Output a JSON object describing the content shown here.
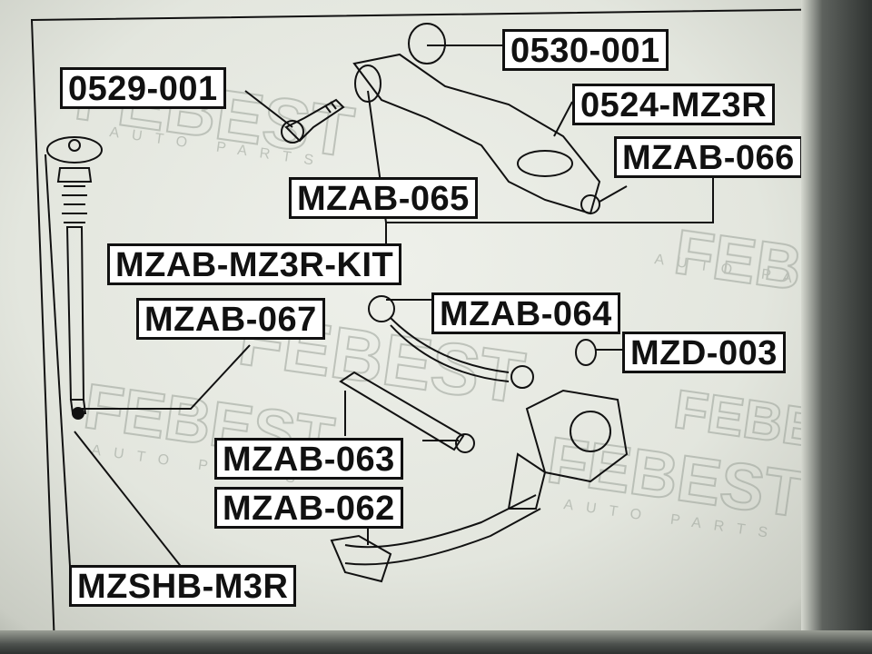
{
  "watermark": {
    "brand": "FEBEST",
    "tagline": "AUTO PARTS"
  },
  "parts": {
    "p0530": "0530-001",
    "p0529": "0529-001",
    "p0524": "0524-MZ3R",
    "p066": "MZAB-066",
    "p065": "MZAB-065",
    "kit": "MZAB-MZ3R-KIT",
    "p067": "MZAB-067",
    "p064": "MZAB-064",
    "d003": "MZD-003",
    "p063": "MZAB-063",
    "p062": "MZAB-062",
    "shb": "MZSHB-M3R"
  },
  "colors": {
    "label_border": "#111111",
    "line": "#111111",
    "background": "#e8eae3"
  }
}
